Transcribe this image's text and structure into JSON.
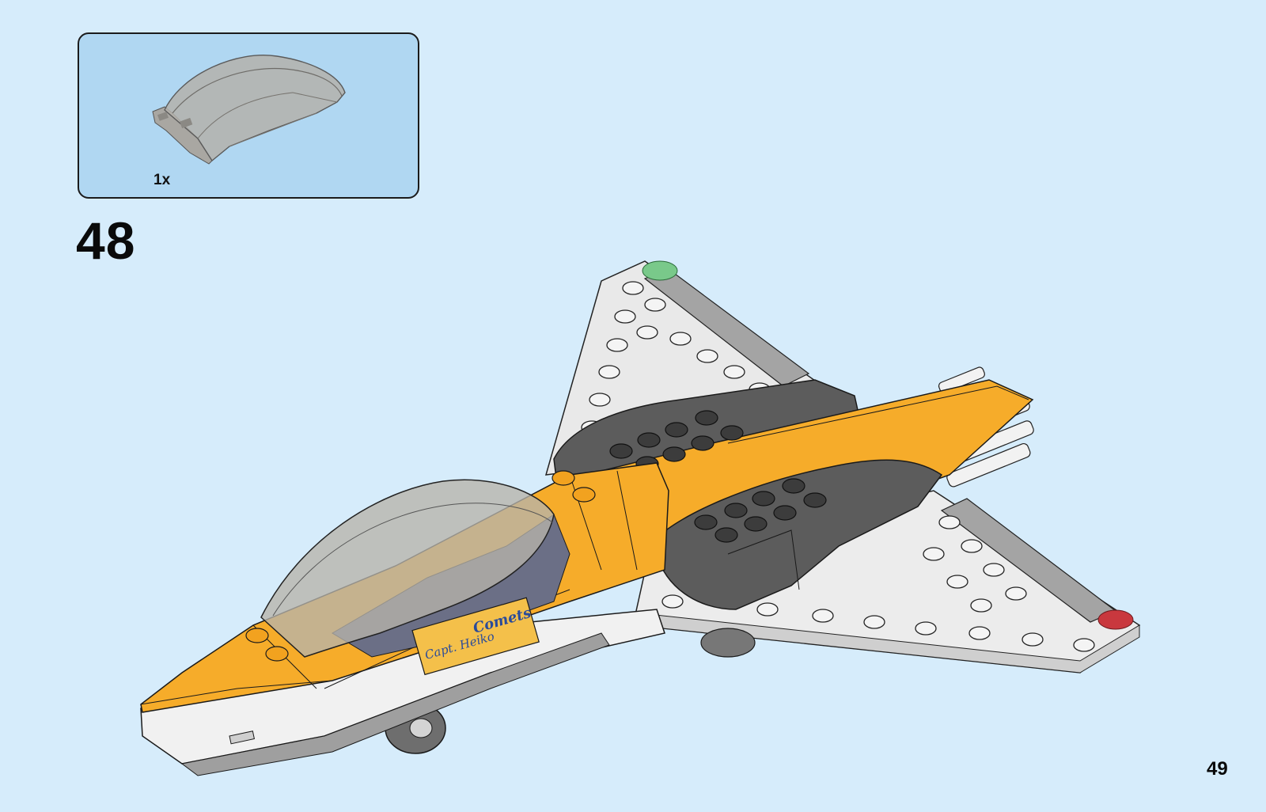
{
  "instruction_page": {
    "parts_callout": {
      "items": [
        {
          "quantity": "1x",
          "part_icon": "transparent-canopy-icon",
          "part_color": "#9c9a97"
        }
      ]
    },
    "step": {
      "number": "48"
    },
    "model": {
      "illustration": "jet-plane-model-icon",
      "colors": {
        "fuselage": "#f6ac2a",
        "wing": "#e8e8e8",
        "engine": "#5c5c5c",
        "canopy": "#8e8b84",
        "left_light": "#79c98a",
        "right_light": "#c9383e"
      },
      "decals": [
        {
          "text": "Capt. Heiko"
        },
        {
          "text": "Comets"
        }
      ]
    },
    "page_number": "49"
  }
}
